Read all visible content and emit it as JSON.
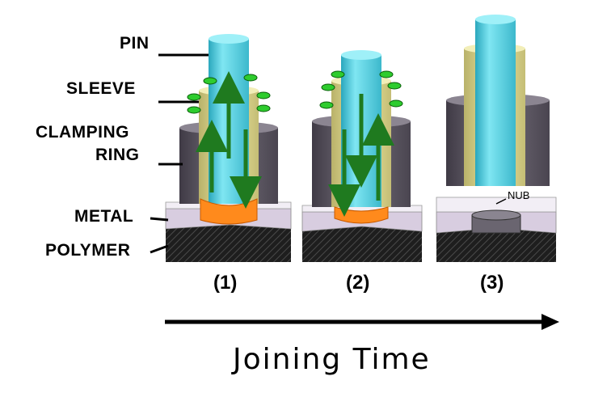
{
  "labels": {
    "pin": "PIN",
    "sleeve": "SLEEVE",
    "clamping_line1": "CLAMPING",
    "clamping_line2": "RING",
    "metal": "METAL",
    "polymer": "POLYMER",
    "nub": "NUB"
  },
  "stages": [
    "(1)",
    "(2)",
    "(3)"
  ],
  "time_axis": {
    "label": "Joining Time"
  },
  "colors": {
    "pin": "#5fd4e4",
    "sleeve": "#e8e298",
    "clamping_ring": "#5a5560",
    "metal": "#d8cde0",
    "polymer": "#2a2a2a",
    "plasticized": "#ff8a1c",
    "arrows": "#1f7a1f"
  }
}
